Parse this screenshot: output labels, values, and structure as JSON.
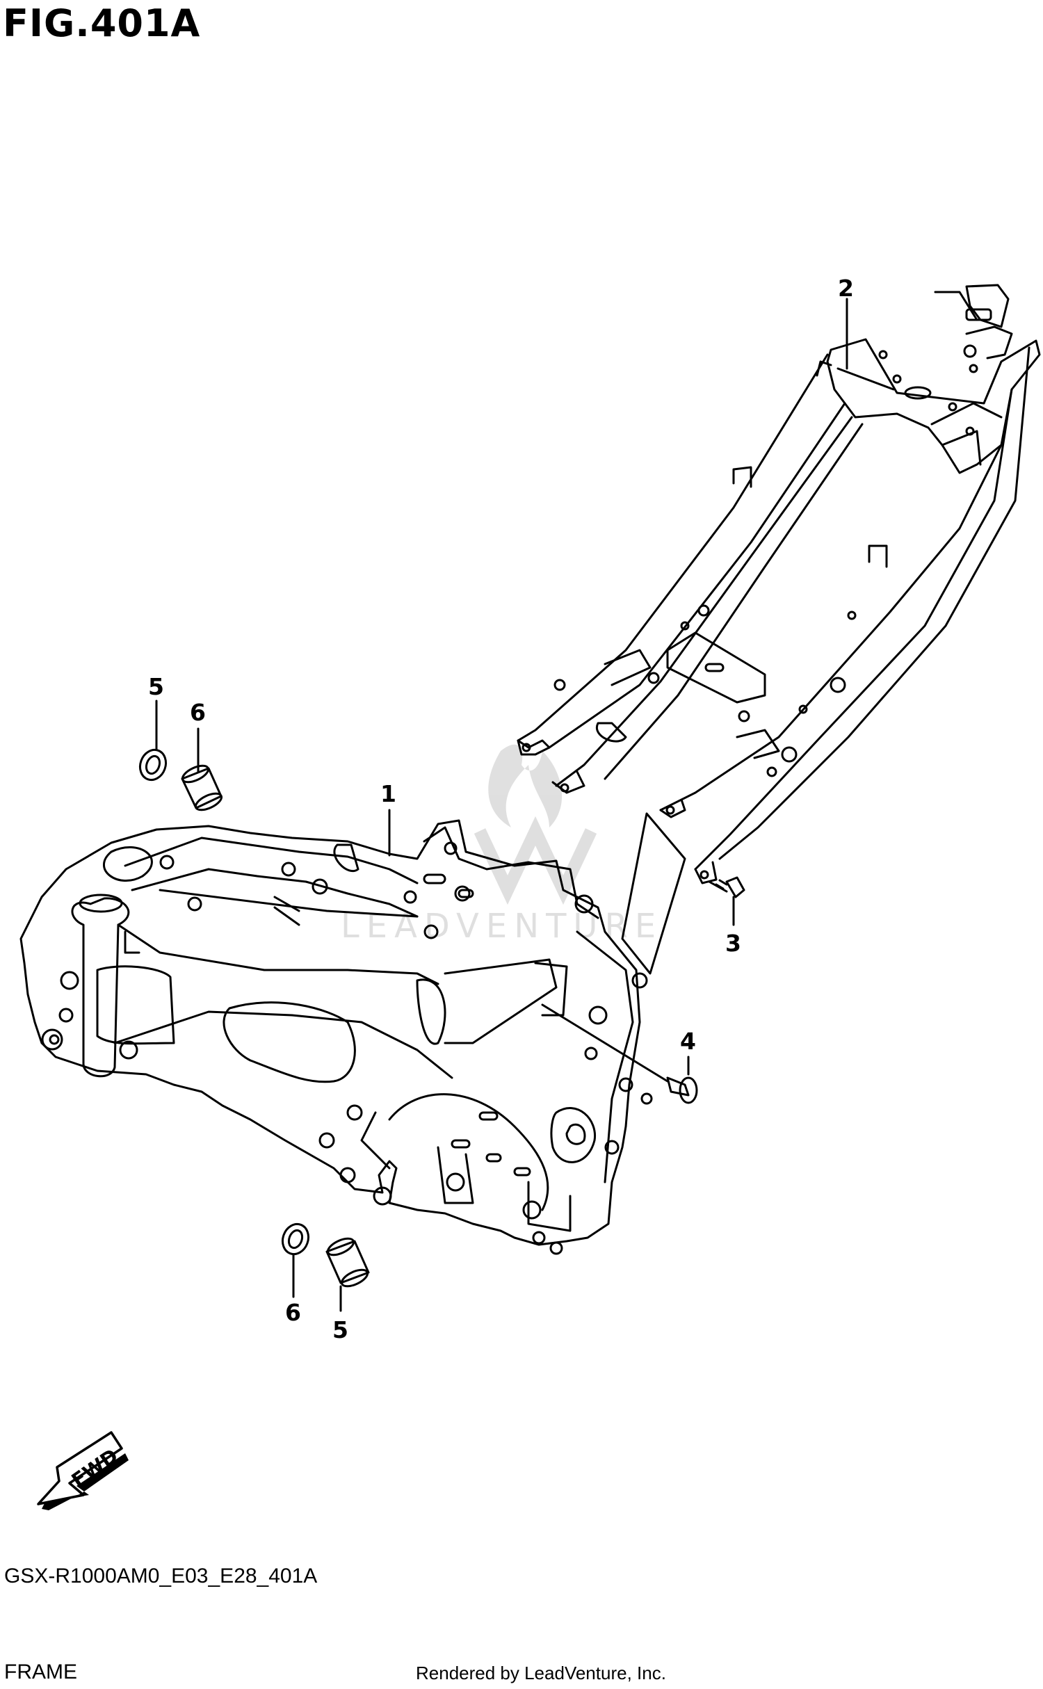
{
  "figure": {
    "title": "FIG.401A",
    "code": "GSX-R1000AM0_E03_E28_401A",
    "name": "FRAME"
  },
  "callouts": [
    "1",
    "2",
    "3",
    "4",
    "5",
    "6",
    "5",
    "6"
  ],
  "watermark_text": "LEADVENTURE",
  "fwd_label": "FWD",
  "credit": "Rendered by LeadVenture, Inc."
}
